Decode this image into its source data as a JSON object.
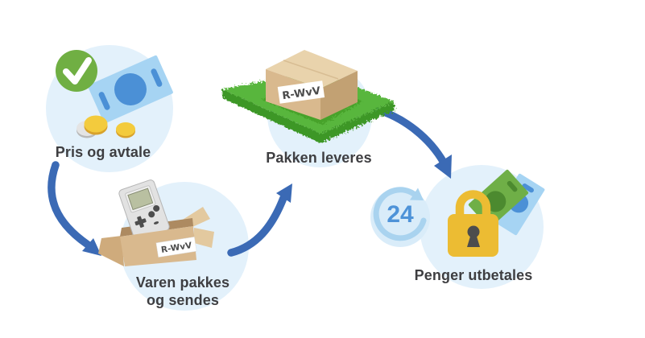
{
  "diagram": {
    "description_language": "Norwegian",
    "steps": [
      {
        "id": "pris-og-avtale",
        "label": "Pris og avtale"
      },
      {
        "id": "varen-pakkes-og-sendes",
        "label_line1": "Varen pakkes",
        "label_line2": "og sendes"
      },
      {
        "id": "pakken-leveres",
        "label": "Pakken leveres"
      },
      {
        "id": "penger-utbetales",
        "label": "Penger utbetales"
      }
    ],
    "badges": {
      "hours": "24",
      "parcel_label": "R-WvV"
    }
  },
  "colors": {
    "arrow": "#3b6ab5",
    "halo": "#e3f1fb",
    "halo_small": "#d9ecf9",
    "check_green": "#70af43",
    "note_blue": "#a6d4f3",
    "note_blue_dark": "#4b90d6",
    "note_green": "#6faf47",
    "note_green_dark": "#4c8a2f",
    "coin_gold": "#f3cb3d",
    "coin_gold_dark": "#d8a22c",
    "coin_silver": "#e4e4e4",
    "coin_silver_dark": "#b9b9b9",
    "lock_gold": "#ecbc33",
    "keyhole": "#4d4d4d",
    "cardboard": "#d9b98e",
    "cardboard_dark": "#c2a173",
    "cardboard_light": "#e9d3ac",
    "cardboard_inner": "#ad8a61",
    "grass": "#58b63c",
    "grass_shadow": "#46a22c",
    "grass_dark": "#3d9727",
    "text": "#3e3e41",
    "clock_ring": "#a9d3ef",
    "clock_text": "#4e93d8"
  }
}
